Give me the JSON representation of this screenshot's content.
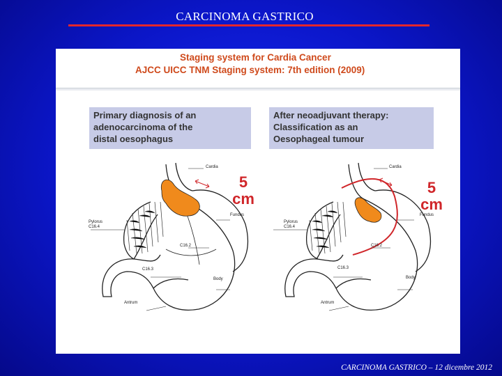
{
  "slide": {
    "title": "CARCINOMA GASTRICO",
    "footer": "CARCINOMA GASTRICO – 12 dicembre 2012"
  },
  "panel": {
    "heading_line1": "Staging system for Cardia Cancer",
    "heading_line2": "AJCC UICC TNM Staging system:  7th edition (2009)",
    "left_box": [
      "Primary diagnosis of an",
      "adenocarcinoma of the",
      "distal oesophagus"
    ],
    "right_box": [
      "After neoadjuvant therapy:",
      "Classification as an",
      "Oesophageal tumour"
    ],
    "measure_value": "5",
    "measure_unit": "cm",
    "labels": {
      "cardia": "Cardia",
      "fundus": "Fundus",
      "pylorus": "Pylorus",
      "pylorus_code": "C16.4",
      "body_code": "C16.2",
      "antrum_code": "C16.3",
      "body": "Body",
      "antrum": "Antrum"
    }
  },
  "colors": {
    "background": "#0b16c8",
    "title_rule": "#e4262c",
    "heading": "#cf4a1c",
    "box_fill": "#c7cbe7",
    "tumour": "#f08a1c",
    "measure": "#d0262a"
  }
}
